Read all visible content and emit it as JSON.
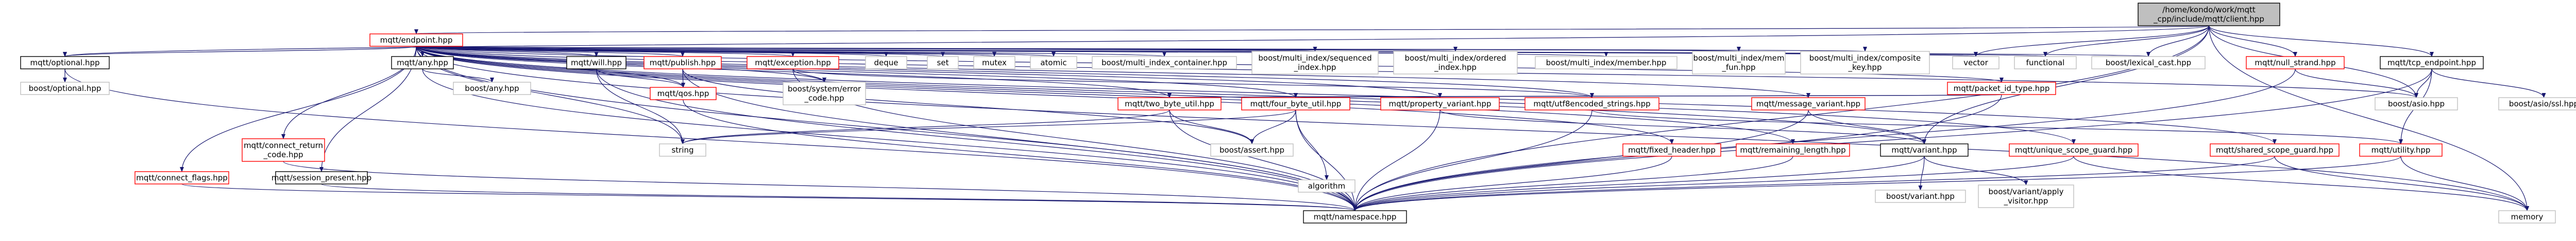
{
  "colors": {
    "root_fill": "#bfbfbf",
    "node_border_documented": "#000000",
    "node_border_member": "#ff0000",
    "node_border_external": "#bfbfbf",
    "text": "#000000",
    "edge": "#191970"
  },
  "nodes": [
    {
      "id": "root",
      "label": [
        "/home/kondo/work/mqtt",
        "_cpp/include/mqtt/client.hpp"
      ],
      "kind": "root"
    },
    {
      "id": "endpoint",
      "label": [
        "mqtt/endpoint.hpp"
      ],
      "kind": "member"
    },
    {
      "id": "optional",
      "label": [
        "mqtt/optional.hpp"
      ],
      "kind": "documented"
    },
    {
      "id": "boost_optional",
      "label": [
        "boost/optional.hpp"
      ],
      "kind": "external"
    },
    {
      "id": "connect_flags",
      "label": [
        "mqtt/connect_flags.hpp"
      ],
      "kind": "member"
    },
    {
      "id": "connect_return_code",
      "label": [
        "mqtt/connect_return",
        "_code.hpp"
      ],
      "kind": "member"
    },
    {
      "id": "session_present",
      "label": [
        "mqtt/session_present.hpp"
      ],
      "kind": "documented"
    },
    {
      "id": "any",
      "label": [
        "mqtt/any.hpp"
      ],
      "kind": "documented"
    },
    {
      "id": "boost_any",
      "label": [
        "boost/any.hpp"
      ],
      "kind": "external"
    },
    {
      "id": "will",
      "label": [
        "mqtt/will.hpp"
      ],
      "kind": "documented"
    },
    {
      "id": "publish",
      "label": [
        "mqtt/publish.hpp"
      ],
      "kind": "member"
    },
    {
      "id": "qos",
      "label": [
        "mqtt/qos.hpp"
      ],
      "kind": "member"
    },
    {
      "id": "exception",
      "label": [
        "mqtt/exception.hpp"
      ],
      "kind": "member"
    },
    {
      "id": "boost_error_code",
      "label": [
        "boost/system/error",
        "_code.hpp"
      ],
      "kind": "external"
    },
    {
      "id": "deque",
      "label": [
        "deque"
      ],
      "kind": "external"
    },
    {
      "id": "set",
      "label": [
        "set"
      ],
      "kind": "external"
    },
    {
      "id": "mutex",
      "label": [
        "mutex"
      ],
      "kind": "external"
    },
    {
      "id": "atomic",
      "label": [
        "atomic"
      ],
      "kind": "external"
    },
    {
      "id": "mi_container",
      "label": [
        "boost/multi_index_container.hpp"
      ],
      "kind": "external"
    },
    {
      "id": "mi_sequenced",
      "label": [
        "boost/multi_index/sequenced",
        "_index.hpp"
      ],
      "kind": "external"
    },
    {
      "id": "mi_ordered",
      "label": [
        "boost/multi_index/ordered",
        "_index.hpp"
      ],
      "kind": "external"
    },
    {
      "id": "mi_member",
      "label": [
        "boost/multi_index/member.hpp"
      ],
      "kind": "external"
    },
    {
      "id": "mi_mem_fun",
      "label": [
        "boost/multi_index/mem",
        "_fun.hpp"
      ],
      "kind": "external"
    },
    {
      "id": "mi_composite",
      "label": [
        "boost/multi_index/composite",
        "_key.hpp"
      ],
      "kind": "external"
    },
    {
      "id": "packet_id_type",
      "label": [
        "mqtt/packet_id_type.hpp"
      ],
      "kind": "member"
    },
    {
      "id": "two_byte_util",
      "label": [
        "mqtt/two_byte_util.hpp"
      ],
      "kind": "member"
    },
    {
      "id": "four_byte_util",
      "label": [
        "mqtt/four_byte_util.hpp"
      ],
      "kind": "member"
    },
    {
      "id": "property_variant",
      "label": [
        "mqtt/property_variant.hpp"
      ],
      "kind": "member"
    },
    {
      "id": "utf8encoded",
      "label": [
        "mqtt/utf8encoded_strings.hpp"
      ],
      "kind": "member"
    },
    {
      "id": "message_variant",
      "label": [
        "mqtt/message_variant.hpp"
      ],
      "kind": "member"
    },
    {
      "id": "fixed_header",
      "label": [
        "mqtt/fixed_header.hpp"
      ],
      "kind": "member"
    },
    {
      "id": "remaining_length",
      "label": [
        "mqtt/remaining_length.hpp"
      ],
      "kind": "member"
    },
    {
      "id": "variant",
      "label": [
        "mqtt/variant.hpp"
      ],
      "kind": "documented"
    },
    {
      "id": "boost_variant",
      "label": [
        "boost/variant.hpp"
      ],
      "kind": "external"
    },
    {
      "id": "boost_apply_visitor",
      "label": [
        "boost/variant/apply",
        "_visitor.hpp"
      ],
      "kind": "external"
    },
    {
      "id": "unique_scope_guard",
      "label": [
        "mqtt/unique_scope_guard.hpp"
      ],
      "kind": "member"
    },
    {
      "id": "shared_scope_guard",
      "label": [
        "mqtt/shared_scope_guard.hpp"
      ],
      "kind": "member"
    },
    {
      "id": "utility",
      "label": [
        "mqtt/utility.hpp"
      ],
      "kind": "member"
    },
    {
      "id": "string",
      "label": [
        "string"
      ],
      "kind": "external"
    },
    {
      "id": "boost_assert",
      "label": [
        "boost/assert.hpp"
      ],
      "kind": "external"
    },
    {
      "id": "algorithm",
      "label": [
        "algorithm"
      ],
      "kind": "external"
    },
    {
      "id": "namespace",
      "label": [
        "mqtt/namespace.hpp"
      ],
      "kind": "documented"
    },
    {
      "id": "vector",
      "label": [
        "vector"
      ],
      "kind": "external"
    },
    {
      "id": "functional",
      "label": [
        "functional"
      ],
      "kind": "external"
    },
    {
      "id": "lexical_cast",
      "label": [
        "boost/lexical_cast.hpp"
      ],
      "kind": "external"
    },
    {
      "id": "null_strand",
      "label": [
        "mqtt/null_strand.hpp"
      ],
      "kind": "member"
    },
    {
      "id": "tcp_endpoint",
      "label": [
        "mqtt/tcp_endpoint.hpp"
      ],
      "kind": "documented"
    },
    {
      "id": "boost_asio",
      "label": [
        "boost/asio.hpp"
      ],
      "kind": "external"
    },
    {
      "id": "boost_asio_ssl",
      "label": [
        "boost/asio/ssl.hpp"
      ],
      "kind": "external"
    },
    {
      "id": "memory",
      "label": [
        "memory"
      ],
      "kind": "external"
    }
  ],
  "edges": [
    [
      "root",
      "endpoint"
    ],
    [
      "root",
      "optional"
    ],
    [
      "root",
      "vector"
    ],
    [
      "root",
      "functional"
    ],
    [
      "root",
      "lexical_cast"
    ],
    [
      "root",
      "null_strand"
    ],
    [
      "root",
      "tcp_endpoint"
    ],
    [
      "root",
      "boost_asio"
    ],
    [
      "root",
      "namespace"
    ],
    [
      "root",
      "variant"
    ],
    [
      "root",
      "memory"
    ],
    [
      "endpoint",
      "optional"
    ],
    [
      "endpoint",
      "connect_flags"
    ],
    [
      "endpoint",
      "connect_return_code"
    ],
    [
      "endpoint",
      "session_present"
    ],
    [
      "endpoint",
      "any"
    ],
    [
      "endpoint",
      "will"
    ],
    [
      "endpoint",
      "publish"
    ],
    [
      "endpoint",
      "qos"
    ],
    [
      "endpoint",
      "exception"
    ],
    [
      "endpoint",
      "boost_error_code"
    ],
    [
      "endpoint",
      "deque"
    ],
    [
      "endpoint",
      "set"
    ],
    [
      "endpoint",
      "mutex"
    ],
    [
      "endpoint",
      "atomic"
    ],
    [
      "endpoint",
      "mi_container"
    ],
    [
      "endpoint",
      "mi_sequenced"
    ],
    [
      "endpoint",
      "mi_ordered"
    ],
    [
      "endpoint",
      "mi_member"
    ],
    [
      "endpoint",
      "mi_mem_fun"
    ],
    [
      "endpoint",
      "mi_composite"
    ],
    [
      "endpoint",
      "packet_id_type"
    ],
    [
      "endpoint",
      "two_byte_util"
    ],
    [
      "endpoint",
      "four_byte_util"
    ],
    [
      "endpoint",
      "property_variant"
    ],
    [
      "endpoint",
      "utf8encoded"
    ],
    [
      "endpoint",
      "message_variant"
    ],
    [
      "endpoint",
      "fixed_header"
    ],
    [
      "endpoint",
      "remaining_length"
    ],
    [
      "endpoint",
      "variant"
    ],
    [
      "endpoint",
      "unique_scope_guard"
    ],
    [
      "endpoint",
      "shared_scope_guard"
    ],
    [
      "endpoint",
      "string"
    ],
    [
      "endpoint",
      "vector"
    ],
    [
      "endpoint",
      "functional"
    ],
    [
      "endpoint",
      "lexical_cast"
    ],
    [
      "endpoint",
      "boost_asio"
    ],
    [
      "endpoint",
      "namespace"
    ],
    [
      "endpoint",
      "memory"
    ],
    [
      "optional",
      "boost_optional"
    ],
    [
      "optional",
      "namespace"
    ],
    [
      "connect_flags",
      "namespace"
    ],
    [
      "connect_return_code",
      "namespace"
    ],
    [
      "session_present",
      "namespace"
    ],
    [
      "any",
      "boost_any"
    ],
    [
      "any",
      "namespace"
    ],
    [
      "will",
      "qos"
    ],
    [
      "will",
      "string"
    ],
    [
      "will",
      "namespace"
    ],
    [
      "publish",
      "qos"
    ],
    [
      "publish",
      "boost_assert"
    ],
    [
      "publish",
      "namespace"
    ],
    [
      "qos",
      "namespace"
    ],
    [
      "exception",
      "boost_error_code"
    ],
    [
      "exception",
      "utf8encoded"
    ],
    [
      "exception",
      "namespace"
    ],
    [
      "packet_id_type",
      "two_byte_util"
    ],
    [
      "packet_id_type",
      "four_byte_util"
    ],
    [
      "packet_id_type",
      "namespace"
    ],
    [
      "two_byte_util",
      "string"
    ],
    [
      "two_byte_util",
      "boost_assert"
    ],
    [
      "two_byte_util",
      "namespace"
    ],
    [
      "four_byte_util",
      "algorithm"
    ],
    [
      "four_byte_util",
      "boost_assert"
    ],
    [
      "four_byte_util",
      "string"
    ],
    [
      "four_byte_util",
      "namespace"
    ],
    [
      "property_variant",
      "variant"
    ],
    [
      "property_variant",
      "namespace"
    ],
    [
      "utf8encoded",
      "utility"
    ],
    [
      "utf8encoded",
      "namespace"
    ],
    [
      "message_variant",
      "variant"
    ],
    [
      "message_variant",
      "namespace"
    ],
    [
      "fixed_header",
      "namespace"
    ],
    [
      "remaining_length",
      "namespace"
    ],
    [
      "variant",
      "boost_variant"
    ],
    [
      "variant",
      "boost_apply_visitor"
    ],
    [
      "variant",
      "namespace"
    ],
    [
      "unique_scope_guard",
      "memory"
    ],
    [
      "unique_scope_guard",
      "namespace"
    ],
    [
      "shared_scope_guard",
      "memory"
    ],
    [
      "shared_scope_guard",
      "namespace"
    ],
    [
      "utility",
      "memory"
    ],
    [
      "utility",
      "namespace"
    ],
    [
      "null_strand",
      "boost_asio"
    ],
    [
      "null_strand",
      "namespace"
    ],
    [
      "tcp_endpoint",
      "boost_asio"
    ],
    [
      "tcp_endpoint",
      "boost_asio_ssl"
    ],
    [
      "tcp_endpoint",
      "utility"
    ],
    [
      "tcp_endpoint",
      "namespace"
    ]
  ]
}
